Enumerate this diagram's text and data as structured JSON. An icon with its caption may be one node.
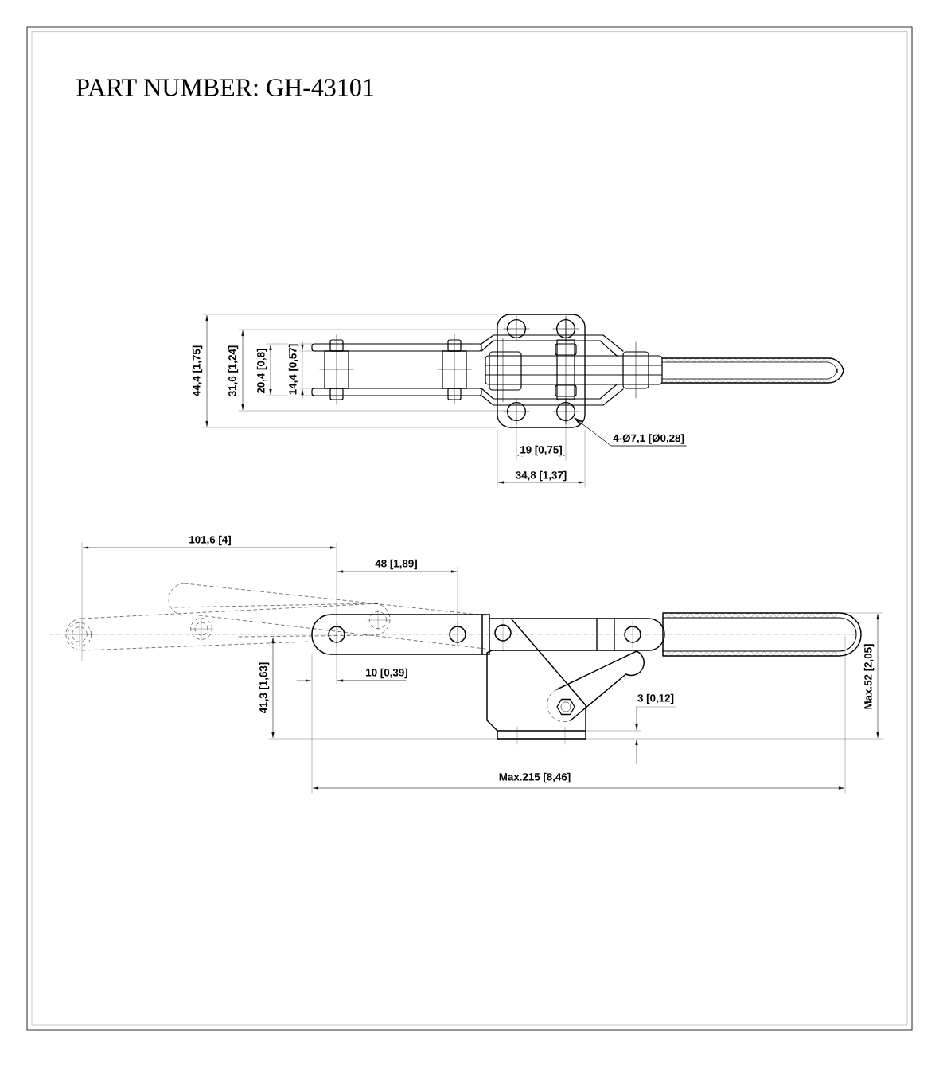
{
  "diagram": {
    "title": "PART NUMBER:  GH-43101",
    "nodes": [
      {
        "text": [
          "4-Ø7,1 [Ø0,28]"
        ]
      },
      {
        "text": [],
        "shape": "circle"
      }
    ],
    "edges": [
      {
        "from": 0,
        "to": 1,
        "arrow": "to"
      }
    ],
    "labels": [
      "44,4 [1,75]",
      "31,6 [1,24]",
      "20,4 [0,8]",
      "14,4 [0,57]",
      "19 [0,75]",
      "34,8 [1,37]",
      "101,6 [4]",
      "48 [1,89]",
      "10 [0,39]",
      "41,3 [1,63]",
      "Max.52 [2,05]",
      "3 [0,12]",
      "Max.215 [8,46]"
    ]
  }
}
